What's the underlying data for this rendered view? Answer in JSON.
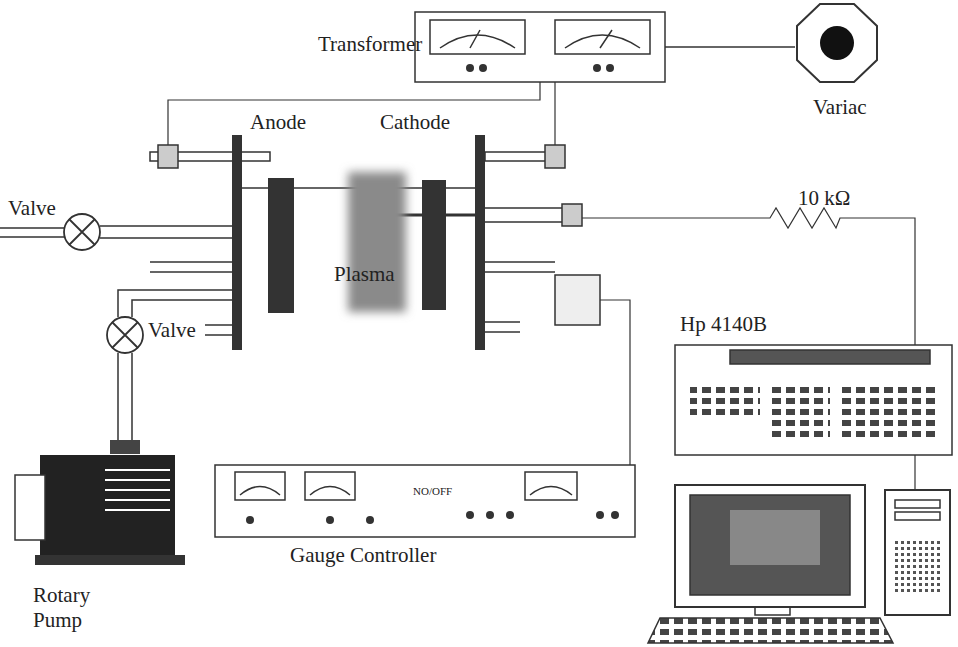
{
  "diagram": {
    "nodes": [
      {
        "text": [
          "Transformer"
        ]
      },
      {
        "text": [
          "Variac"
        ]
      },
      {
        "text": [
          "Hp 4140B"
        ]
      },
      {
        "text": [
          "Gauge Controller",
          "NO/OFF"
        ]
      },
      {
        "text": [
          "Rotary Pump"
        ]
      }
    ],
    "edges": [
      {
        "from": 0,
        "to": 1,
        "arrow": "none"
      }
    ],
    "labels": [
      "Anode",
      "Cathode",
      "Valve",
      "10 kΩ",
      "Plasma",
      "Valve"
    ]
  }
}
